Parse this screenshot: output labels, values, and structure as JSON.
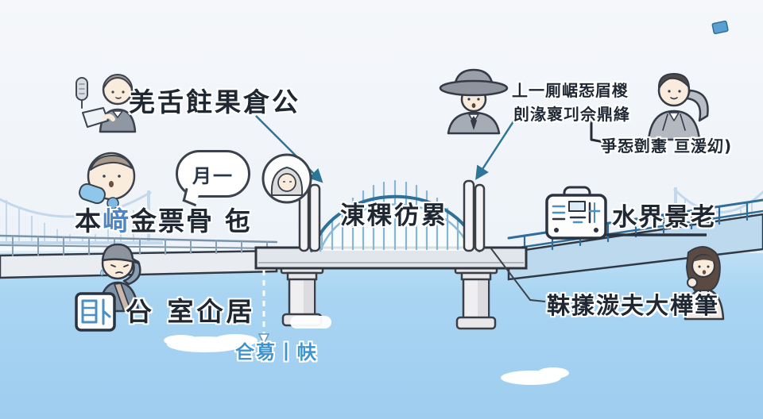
{
  "scene_type": "annotated bridge illustration",
  "labels": {
    "reporter_note": "羌舌飳果倉公",
    "speech_bubble": "月一",
    "locals_note": {
      "pre": "本",
      "blue": "﨑",
      "rest": "金票骨 㐌"
    },
    "map_note": "㕣 室仚居",
    "bridge_name": "涷稞彷累",
    "observer_note_line1": "丄一厠崌㤅㞒椶",
    "observer_note_line2": "剆湪褱㓚佘鼎綘",
    "assistant_note": "爭㤅㔁㥣 亘湲㓜)",
    "radio_note": "水界景老",
    "pillar_note": "靺㨾湠夫大樺筆",
    "water_note": "仺䓪丨㠸"
  },
  "icons": {
    "microphone": "mic-beside-reporter",
    "speech_bubble": "rounded-bubble-with-tail",
    "hooded_person": "circle-avatar",
    "detective": "wide-brim-hat-man",
    "radio": "boombox-with-handle",
    "map": "white-card-with-blue-marks"
  },
  "colors": {
    "ink": "#1f2733",
    "note_blue": "#3f93cc",
    "arch_blue": "#2f7097",
    "rail_blue": "#2f6e9a",
    "water": "#a6d3f1",
    "sky": "#f4f6fa",
    "pier_gray": "#ececef",
    "arrow_teal": "#2e7695"
  }
}
